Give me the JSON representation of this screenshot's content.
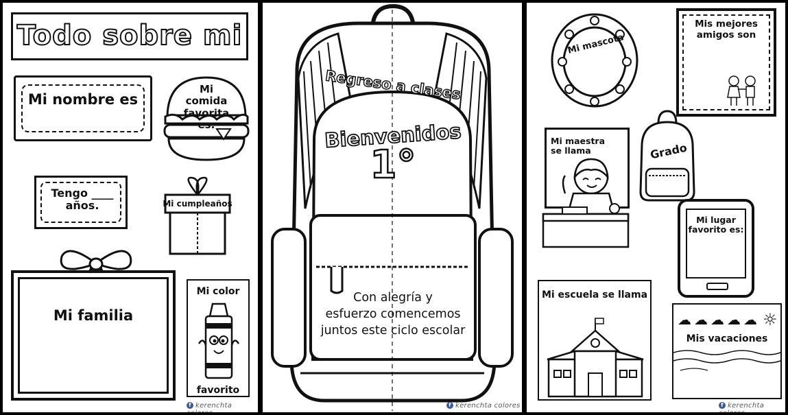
{
  "left_panel": {
    "title": "Todo sobre mi",
    "name_label": "Mi nombre es",
    "food_label": "Mi comida favorita es:",
    "age_label": "Tengo ____ años.",
    "birthday_label": "Mi cumpleaños",
    "family_label": "Mi familia",
    "color_label_top": "Mi color",
    "color_label_bottom": "favorito",
    "credit": "kerenchta colores"
  },
  "middle_panel": {
    "arc_title": "Regreso a clases",
    "welcome": "Bienvenidos",
    "grade": "1°",
    "pocket_text_lines": [
      "Con alegría y",
      "esfuerzo comencemos",
      "juntos este ciclo escolar"
    ],
    "credit": "kerenchta colores"
  },
  "right_panel": {
    "pet_label": "Mi mascota",
    "friends_label": "Mis mejores amigos son",
    "teacher_label": "Mi maestra se llama",
    "grade_label": "Grado",
    "favorite_place_label": "Mi lugar favorito es:",
    "school_label": "Mi escuela se llama",
    "vacation_label": "Mis vacaciones",
    "credit": "kerenchta colores"
  }
}
